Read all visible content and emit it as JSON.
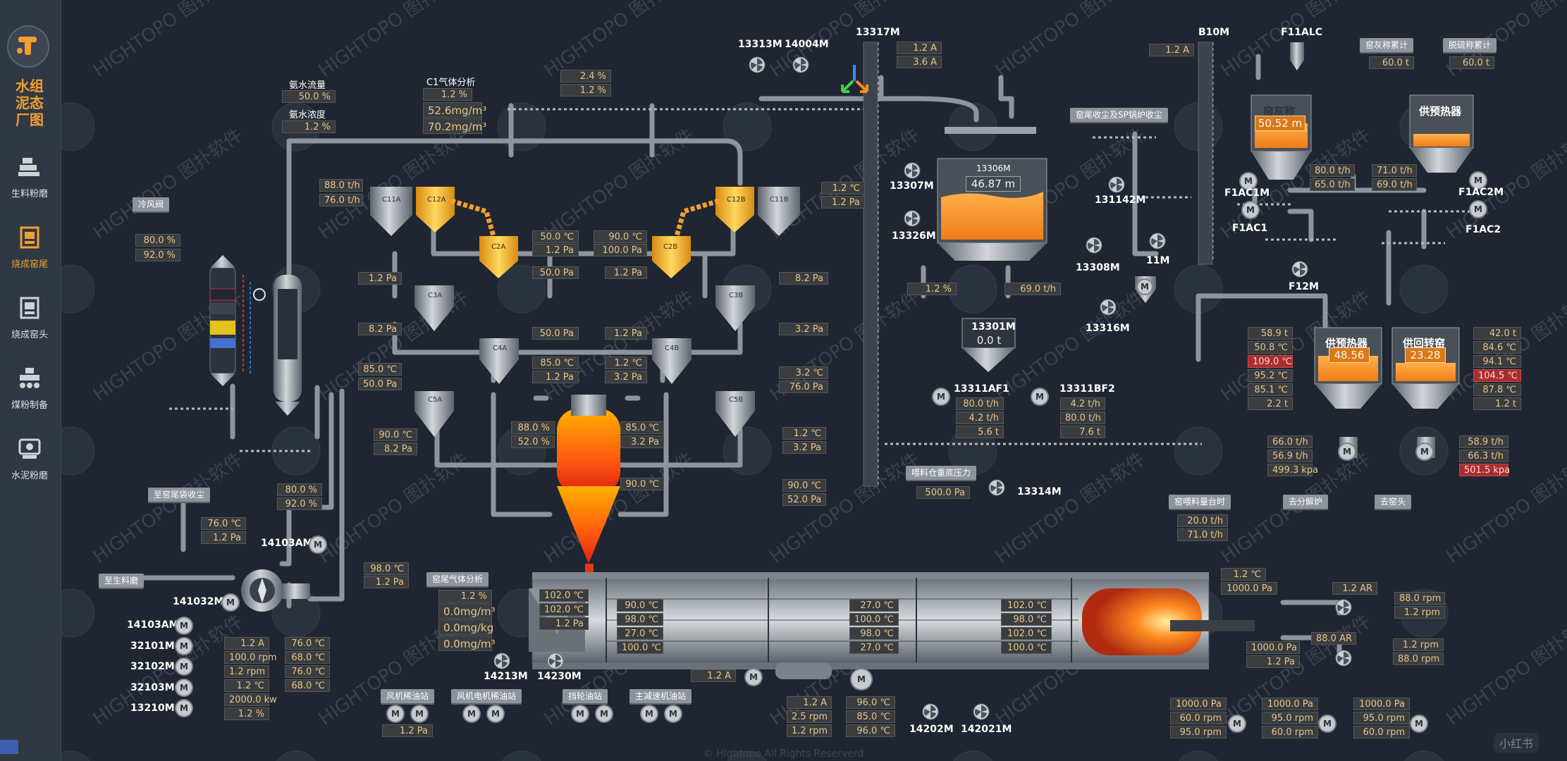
{
  "app": {
    "title": "水组泥态厂图",
    "footer": "© Hightopo All Rights Reserverd",
    "corner_mark": "小红书",
    "watermark": "HIGHTOPO 图扑软件"
  },
  "nav": [
    {
      "label": "生料粉磨",
      "icon": "raw-mill-icon"
    },
    {
      "label": "烧成窑尾",
      "icon": "kiln-tail-icon",
      "active": true
    },
    {
      "label": "烧成窑头",
      "icon": "kiln-head-icon"
    },
    {
      "label": "煤粉制备",
      "icon": "coal-prep-icon"
    },
    {
      "label": "水泥粉磨",
      "icon": "cement-mill-icon"
    }
  ],
  "colors": {
    "accent": "#f0a030",
    "value": "#e8c48a",
    "alert": "#a82f30",
    "pipe": "#8e959c",
    "bg": "#1f2631"
  },
  "labels": {
    "ammonia_flow": "氨水流量",
    "ammonia_conc": "氨水浓度",
    "c1_gas": "C1气体分析",
    "cold_valve": "冷风阀",
    "to_tail_bag": "至窑尾袋收尘",
    "to_raw_mill": "至生料磨",
    "kiln_tail_gas": "窑尾气体分析",
    "fan_oil": "风机稀油站",
    "fan_motor_oil": "风机电机稀油站",
    "gear_oil": "挡轮油站",
    "main_reducer_oil": "主减速机油站",
    "tail_dust_sp": "窑尾收尘及SP锅炉收尘",
    "feed_bin_pressure": "喂料仓重底压力",
    "kiln_ash_total": "窑灰称累计",
    "desulf_total": "脱硫称累计",
    "kiln_feed_rate": "窑喂料量台时",
    "to_calciner": "去分解炉",
    "to_kiln_head": "去窑头",
    "kiln_ash_scale": "窑灰称",
    "preheater_supply": "供预热器",
    "supply_preheater2": "供预热器",
    "return_kiln": "供回转窑"
  },
  "tags": {
    "c11a": "C11A",
    "c12a": "C12A",
    "c2a": "C2A",
    "c3a": "C3A",
    "c4a": "C4A",
    "c5a": "C5A",
    "c11b": "C11B",
    "c12b": "C12B",
    "c2b": "C2B",
    "c3b": "C3B",
    "c4b": "C4B",
    "c5b": "C5B",
    "m13313": "13313M",
    "m14004": "14004M",
    "m13317": "13317M",
    "m13307": "13307M",
    "m13326": "13326M",
    "m13306": "13306M",
    "m13301": "13301M",
    "m13308": "13308M",
    "m13316": "13316M",
    "m131142": "131142M",
    "m11": "11M",
    "b10m": "B10M",
    "f11alc": "F11ALC",
    "f1ac1m": "F1AC1M",
    "f1ac1": "F1AC1",
    "f12m": "F12M",
    "f1ac2m": "F1AC2M",
    "f1ac2": "F1AC2",
    "af1": "13311AF1",
    "bf2": "13311BF2",
    "m13314": "13314M",
    "m14103am": "14103AM",
    "m141032": "141032M",
    "m32101": "32101M",
    "m32102": "32102M",
    "m32103": "32103M",
    "m13210": "13210M",
    "m14213": "14213M",
    "m14230": "14230M",
    "m14202": "14202M",
    "m142021": "142021M",
    "motor": "M"
  },
  "values": {
    "ammonia_flow": "50.0 %",
    "ammonia_conc": "1.2 %",
    "c1_pct": "1.2 %",
    "c1_mg1": "52.6mg/m³",
    "c1_mg2": "70.2mg/m³",
    "top_a": "2.4 %",
    "top_b": "1.2 %",
    "feed_l1": "88.0 t/h",
    "feed_l2": "76.0 t/h",
    "valve1": "80.0 %",
    "valve2": "92.0 %",
    "c3a_p": "1.2 Pa",
    "c4a_p": "8.2 Pa",
    "c5a_t": "85.0 ℃",
    "c5a_p": "50.0 Pa",
    "mid1_t": "50.0 ℃",
    "mid1_p": "1.2 Pa",
    "mid2_p": "50.0 Pa",
    "mid3_p": "50.0 Pa",
    "mid4_t": "85.0 ℃",
    "mid4_p": "1.2 Pa",
    "midb1_t": "90.0 ℃",
    "midb1_p": "100.0 Pa",
    "midb2_p": "1.2 Pa",
    "midb3_p": "1.2 Pa",
    "midb4_t": "1.2 ℃",
    "midb4_p": "3.2 Pa",
    "c11b_t": "1.2 ℃",
    "c11b_p": "1.2 Pa",
    "c3b_p": "8.2 Pa",
    "c4b_p": "3.2 Pa",
    "c5b_t": "3.2 ℃",
    "c5b_p": "76.0 Pa",
    "cal_t": "88.0 %",
    "cal_p": "52.0 %",
    "cal2_t": "85.0 ℃",
    "cal2_p": "3.2 Pa",
    "c5a_bt": "90.0 ℃",
    "c5a_bp": "8.2 Pa",
    "cal_bottom": "90.0 ℃",
    "rb1": "1.2 ℃",
    "rb2": "3.2 Pa",
    "rb3": "90.0 ℃",
    "rb4": "52.0 Pa",
    "duct1": "80.0 %",
    "duct2": "92.0 %",
    "bag_t": "76.0 ℃",
    "bag_p": "1.2 Pa",
    "raw_t": "98.0 ℃",
    "raw_p": "1.2 Pa",
    "tail_pct": "1.2 %",
    "tail_mg1": "0.0mg/m³",
    "tail_mg2": "0.0mg/kg",
    "tail_mg3": "0.0mg/m³",
    "mot1": "1.2 A",
    "mot2": "100.0 rpm",
    "mot3": "1.2 rpm",
    "mot4": "1.2 ℃",
    "mot5": "2000.0 kw",
    "mot6": "1.2 %",
    "mtmp1": "76.0 ℃",
    "mtmp2": "68.0 ℃",
    "mtmp3": "76.0 ℃",
    "mtmp4": "68.0 ℃",
    "fan_oil_p": "1.2 Pa",
    "kiln_l1": "102.0 ℃",
    "kiln_l2": "102.0 ℃",
    "kiln_l3": "1.2 Pa",
    "k1a": "90.0 ℃",
    "k1b": "98.0 ℃",
    "k1c": "27.0 ℃",
    "k1d": "100.0 ℃",
    "k2a": "27.0 ℃",
    "k2b": "100.0 ℃",
    "k2c": "98.0 ℃",
    "k2d": "27.0 ℃",
    "k3a": "102.0 ℃",
    "k3b": "98.0 ℃",
    "k3c": "102.0 ℃",
    "k3d": "100.0 ℃",
    "drive_a": "1.2 A",
    "dr1": "1.2 A",
    "dr2": "2.5 rpm",
    "dr3": "1.2 rpm",
    "dr4": "96.0 ℃",
    "dr5": "85.0 ℃",
    "dr6": "96.0 ℃",
    "top13317_a": "1.2 A",
    "top13317_b": "3.6 A",
    "bin_level": "46.87 m",
    "bin_pct": "1.2 %",
    "bin_flow": "69.0 t/h",
    "b13301": "0.0 t",
    "af1_1": "80.0 t/h",
    "af1_2": "4.2 t/h",
    "af1_3": "5.6 t",
    "bf2_1": "4.2 t/h",
    "bf2_2": "80.0 t/h",
    "bf2_3": "7.6 t",
    "feed_bin_p": "500.0 Pa",
    "b10m_a": "1.2 A",
    "ash_total": "60.0 t",
    "desulf_total": "60.0 t",
    "ash_level": "50.52 m",
    "f1_1": "80.0 t/h",
    "f1_2": "65.0 t/h",
    "f2_1": "71.0 t/h",
    "f2_2": "69.0 t/h",
    "ph_l1": "58.9 t",
    "ph_l2": "50.8 ℃",
    "ph_l3": "109.0 ℃",
    "ph_l4": "95.2 ℃",
    "ph_l5": "85.1 ℃",
    "ph_l6": "2.2 t",
    "ph_level": "48.56",
    "rk_level": "23.28",
    "rk_r1": "42.0 t",
    "rk_r2": "84.6 ℃",
    "rk_r3": "94.1 ℃",
    "rk_r4": "104.5 ℃",
    "rk_r5": "87.8 ℃",
    "rk_r6": "1.2 t",
    "ph_b1": "66.0 t/h",
    "ph_b2": "56.9 t/h",
    "ph_b3": "499.3 kpa",
    "rk_b1": "58.9 t/h",
    "rk_b2": "66.3 t/h",
    "rk_b3": "501.5 kpa",
    "kfr1": "20.0 t/h",
    "kfr2": "71.0 t/h",
    "hd1": "1.2 ℃",
    "hd2": "1000.0 Pa",
    "hd3": "1.2 AR",
    "hd4": "88.0 rpm",
    "hd5": "1.2 rpm",
    "hd6": "88.0 AR",
    "hd7": "1000.0 Pa",
    "hd8": "1.2 Pa",
    "hd9": "1.2 rpm",
    "hd10": "88.0 rpm",
    "bt1a": "1000.0 Pa",
    "bt1b": "60.0 rpm",
    "bt1c": "95.0 rpm",
    "bt2a": "1000.0 Pa",
    "bt2b": "95.0 rpm",
    "bt2c": "60.0 rpm",
    "bt3a": "1000.0 Pa",
    "bt3b": "95.0 rpm",
    "bt3c": "60.0 rpm"
  }
}
